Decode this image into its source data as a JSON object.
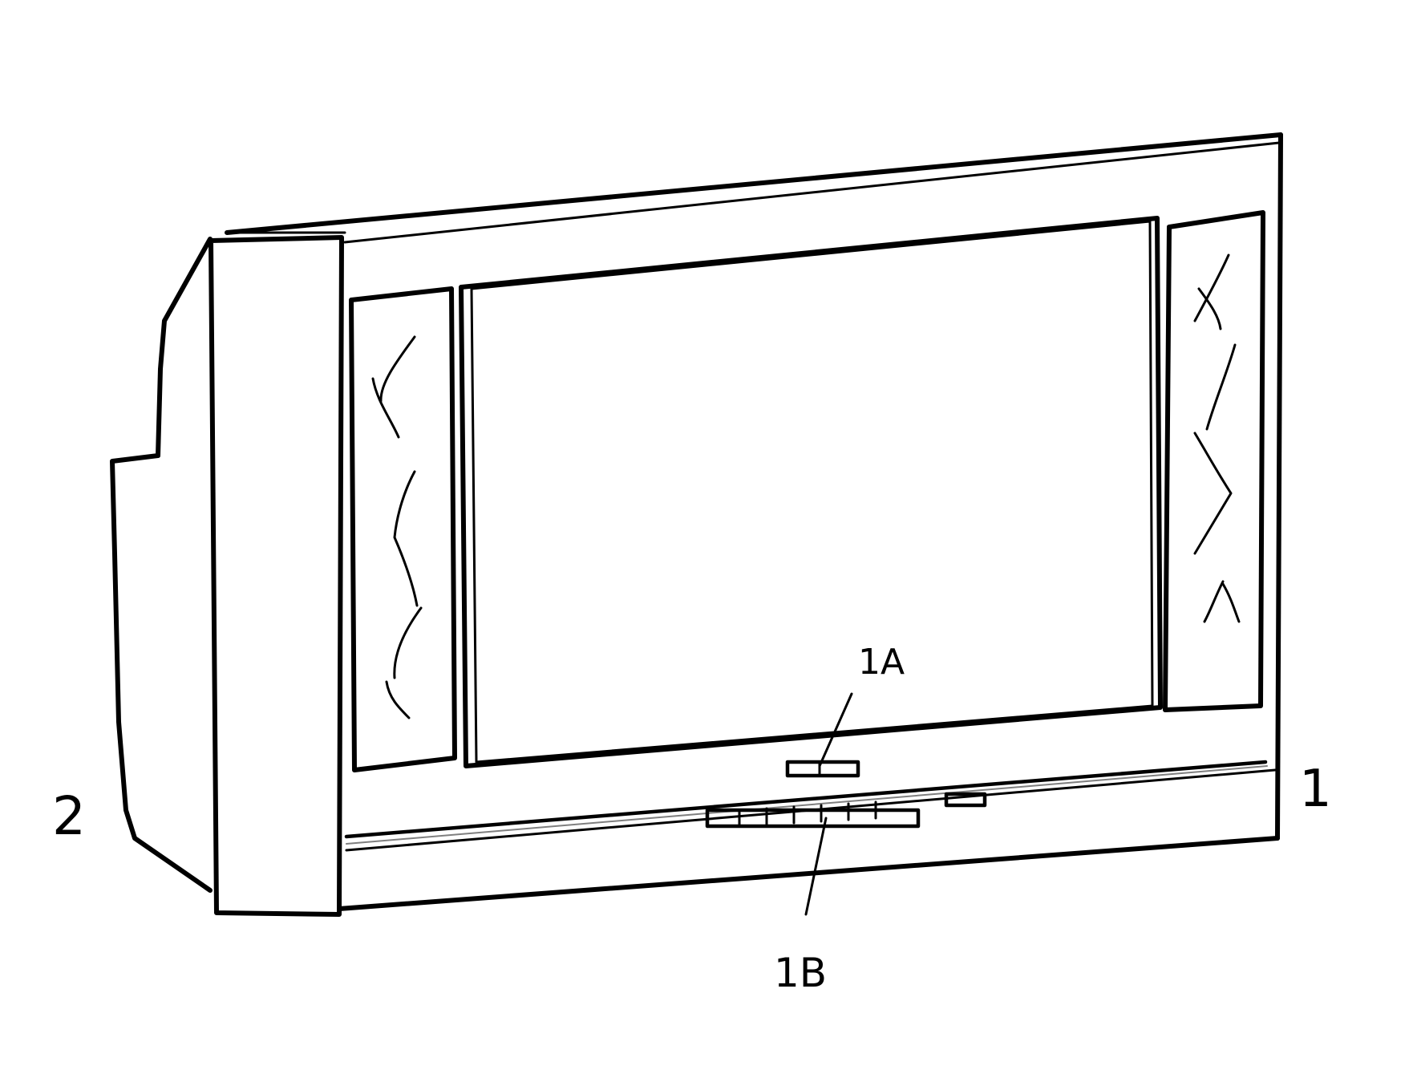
{
  "labels": {
    "tv_front": "1",
    "tv_rear": "2",
    "display_indicator": "1A",
    "control_buttons": "1B"
  },
  "colors": {
    "ink": "#000000",
    "paper": "#ffffff"
  }
}
